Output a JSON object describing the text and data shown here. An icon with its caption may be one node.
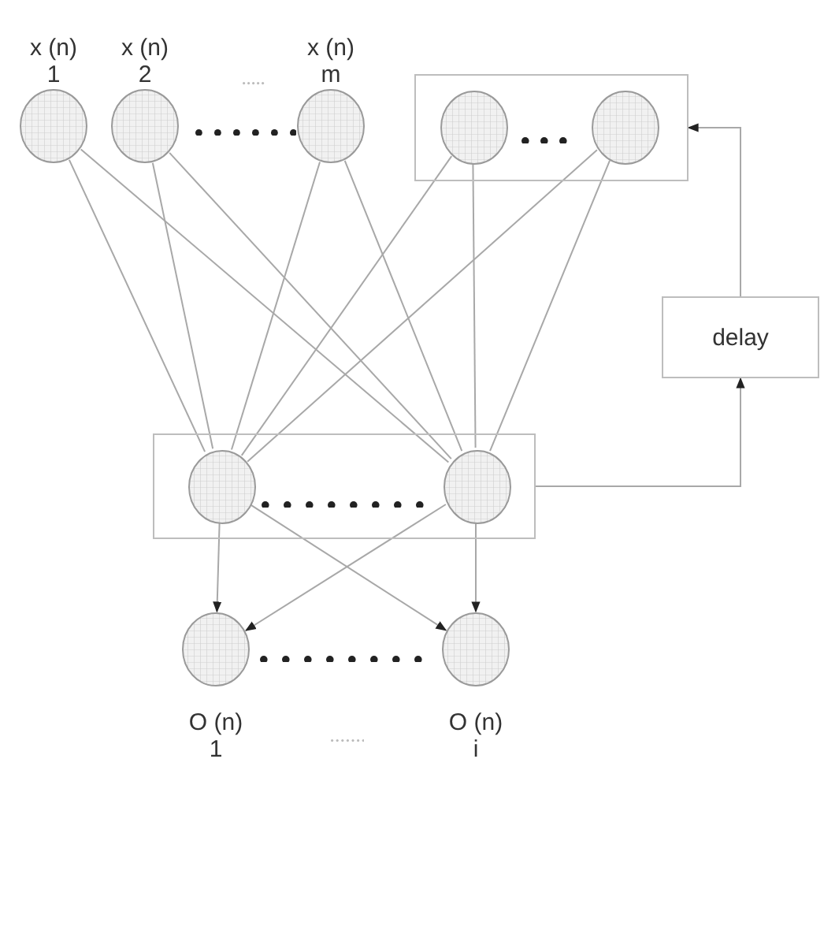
{
  "diagram": {
    "nodes": [
      {
        "text": [
          "x (n)",
          "1"
        ]
      },
      {
        "text": [
          "x (n)",
          "2"
        ]
      },
      {
        "text": [
          "x (n)",
          "m"
        ]
      },
      {
        "text": [],
        "shape": "box"
      },
      {
        "text": [],
        "shape": "circle",
        "in": 3
      },
      {
        "text": [],
        "shape": "circle",
        "in": 3
      },
      {
        "text": [
          "delay"
        ]
      },
      {
        "text": [],
        "shape": "box"
      },
      {
        "text": [],
        "shape": "circle",
        "in": 7
      },
      {
        "text": [],
        "shape": "circle",
        "in": 7
      },
      {
        "text": [
          "O (n)",
          "1"
        ]
      },
      {
        "text": [
          "O (n)",
          "i"
        ]
      }
    ],
    "edges": [
      {
        "from": 0,
        "to": 8,
        "arrow": "none"
      },
      {
        "from": 0,
        "to": 9,
        "arrow": "none"
      },
      {
        "from": 1,
        "to": 8,
        "arrow": "none"
      },
      {
        "from": 1,
        "to": 9,
        "arrow": "none"
      },
      {
        "from": 2,
        "to": 8,
        "arrow": "none"
      },
      {
        "from": 2,
        "to": 9,
        "arrow": "none"
      },
      {
        "from": 4,
        "to": 8,
        "arrow": "none"
      },
      {
        "from": 4,
        "to": 9,
        "arrow": "none"
      },
      {
        "from": 5,
        "to": 8,
        "arrow": "none"
      },
      {
        "from": 5,
        "to": 9,
        "arrow": "none"
      },
      {
        "from": 7,
        "to": 6,
        "arrow": "to"
      },
      {
        "from": 6,
        "to": 3,
        "arrow": "to"
      },
      {
        "from": 8,
        "to": 10,
        "arrow": "to"
      },
      {
        "from": 8,
        "to": 11,
        "arrow": "to"
      },
      {
        "from": 9,
        "to": 10,
        "arrow": "to"
      },
      {
        "from": 9,
        "to": 11,
        "arrow": "to"
      }
    ]
  }
}
